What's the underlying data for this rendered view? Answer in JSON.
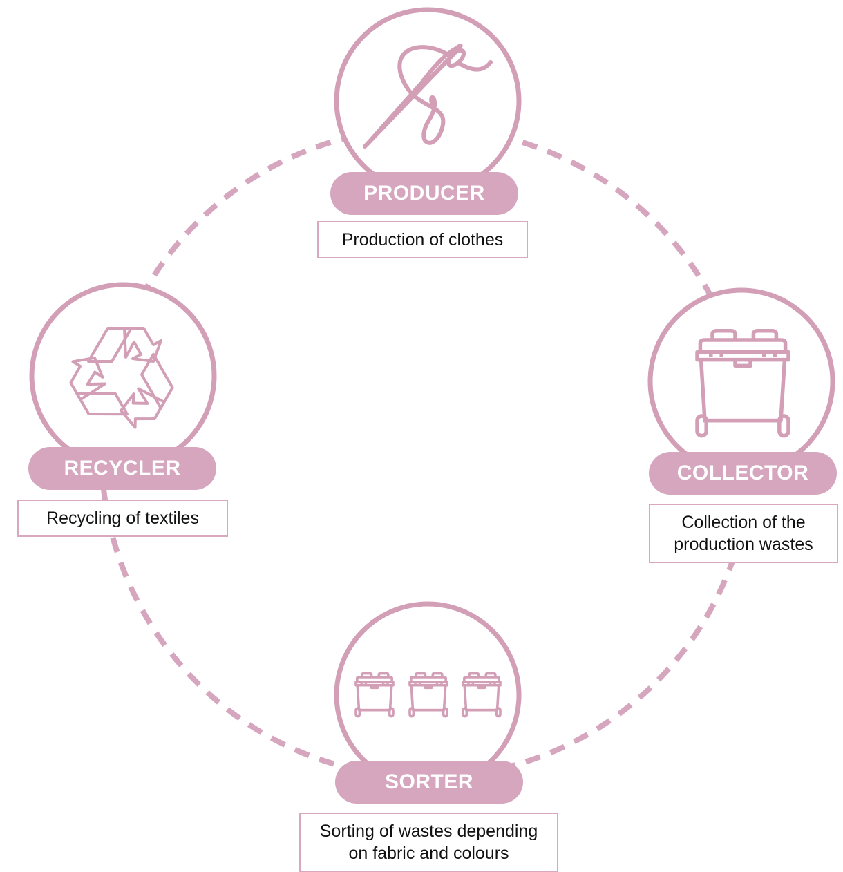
{
  "colors": {
    "accent": "#d5a6bd",
    "stroke": "#d29fb6",
    "text": "#111111",
    "box_border": "#d8a9be"
  },
  "nodes": [
    {
      "id": "producer",
      "label": "PRODUCER",
      "icon": "needle-thread-icon",
      "description": [
        "Production of clothes"
      ]
    },
    {
      "id": "collector",
      "label": "COLLECTOR",
      "icon": "waste-bin-icon",
      "description": [
        "Collection of the",
        "production wastes"
      ]
    },
    {
      "id": "sorter",
      "label": "SORTER",
      "icon": "three-bins-icon",
      "description": [
        "Sorting of wastes depending",
        "on fabric and colours"
      ]
    },
    {
      "id": "recycler",
      "label": "RECYCLER",
      "icon": "recycle-icon",
      "description": [
        "Recycling of textiles"
      ]
    }
  ]
}
